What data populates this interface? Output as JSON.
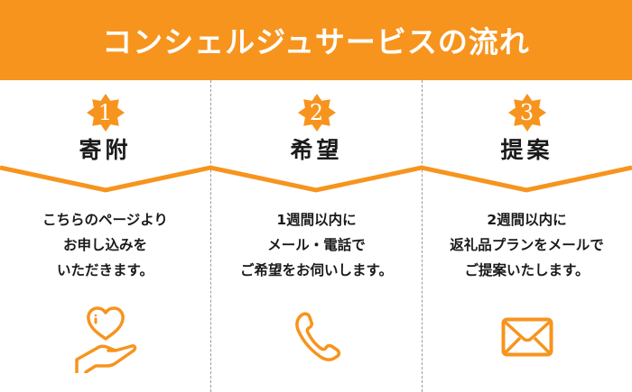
{
  "header": {
    "title": "コンシェルジュサービスの流れ"
  },
  "colors": {
    "accent": "#F7941D",
    "text": "#1a1a1a",
    "divider": "#9a9a9a"
  },
  "steps": [
    {
      "number": "1",
      "title": "寄附",
      "description": [
        "こちらのページより",
        "お申し込みを",
        "いただきます。"
      ],
      "icon": "heart-hand-icon"
    },
    {
      "number": "2",
      "title": "希望",
      "description": [
        "1週間以内に",
        "メール・電話で",
        "ご希望をお伺いします。"
      ],
      "icon": "phone-icon"
    },
    {
      "number": "3",
      "title": "提案",
      "description": [
        "2週間以内に",
        "返礼品プランをメールで",
        "ご提案いたします。"
      ],
      "icon": "envelope-icon"
    }
  ]
}
